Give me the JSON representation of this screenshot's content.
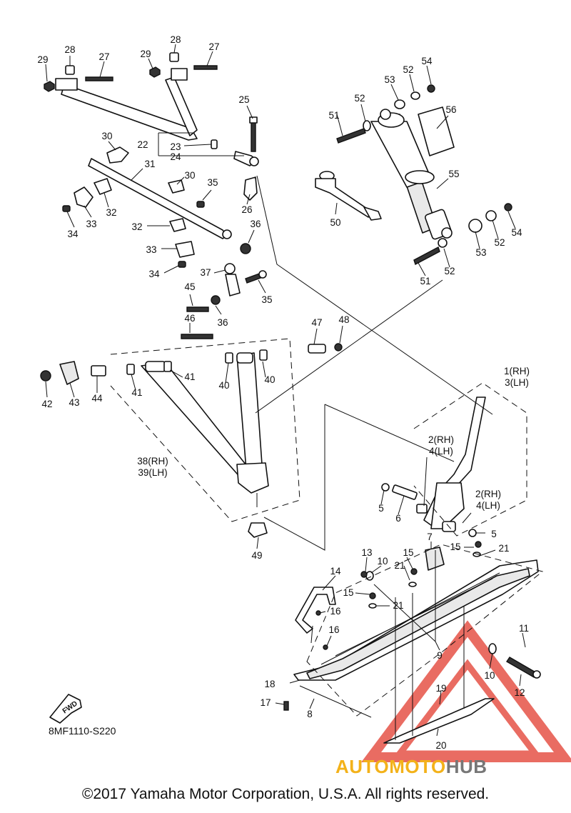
{
  "callouts": {
    "n1": "1(RH)",
    "n3": "3(LH)",
    "n2a": "2(RH)",
    "n4a": "4(LH)",
    "n2b": "2(RH)",
    "n4b": "4(LH)",
    "n5a": "5",
    "n5b": "5",
    "n6": "6",
    "n7": "7",
    "n8": "8",
    "n9": "9",
    "n10a": "10",
    "n10b": "10",
    "n11": "11",
    "n12": "12",
    "n13": "13",
    "n14": "14",
    "n15a": "15",
    "n15b": "15",
    "n15c": "15",
    "n16a": "16",
    "n16b": "16",
    "n17": "17",
    "n18": "18",
    "n19": "19",
    "n20": "20",
    "n21a": "21",
    "n21b": "21",
    "n21c": "21",
    "n22": "22",
    "n23": "23",
    "n24": "24",
    "n25": "25",
    "n26": "26",
    "n27a": "27",
    "n27b": "27",
    "n28a": "28",
    "n28b": "28",
    "n29a": "29",
    "n29b": "29",
    "n30a": "30",
    "n30b": "30",
    "n31": "31",
    "n32a": "32",
    "n32b": "32",
    "n33a": "33",
    "n33b": "33",
    "n34a": "34",
    "n34b": "34",
    "n35a": "35",
    "n35b": "35",
    "n36a": "36",
    "n36b": "36",
    "n37": "37",
    "n38": "38(RH)",
    "n39": "39(LH)",
    "n40a": "40",
    "n40b": "40",
    "n41a": "41",
    "n41b": "41",
    "n42": "42",
    "n43": "43",
    "n44": "44",
    "n45": "45",
    "n46": "46",
    "n47": "47",
    "n48": "48",
    "n49": "49",
    "n50": "50",
    "n51a": "51",
    "n51b": "51",
    "n52a": "52",
    "n52b": "52",
    "n52c": "52",
    "n52d": "52",
    "n53a": "53",
    "n53b": "53",
    "n54a": "54",
    "n54b": "54",
    "n55": "55",
    "n56": "56"
  },
  "fwd_label": "FWD",
  "figure_code": "8MF1110-S220",
  "copyright": "©2017 Yamaha Motor Corporation, U.S.A. All rights reserved.",
  "watermark": {
    "part_a": "AUTOMOTO",
    "part_b": "HUB",
    "color_a": "#f3b21a",
    "color_b": "#777777",
    "logo_color": "#e23b2e"
  }
}
